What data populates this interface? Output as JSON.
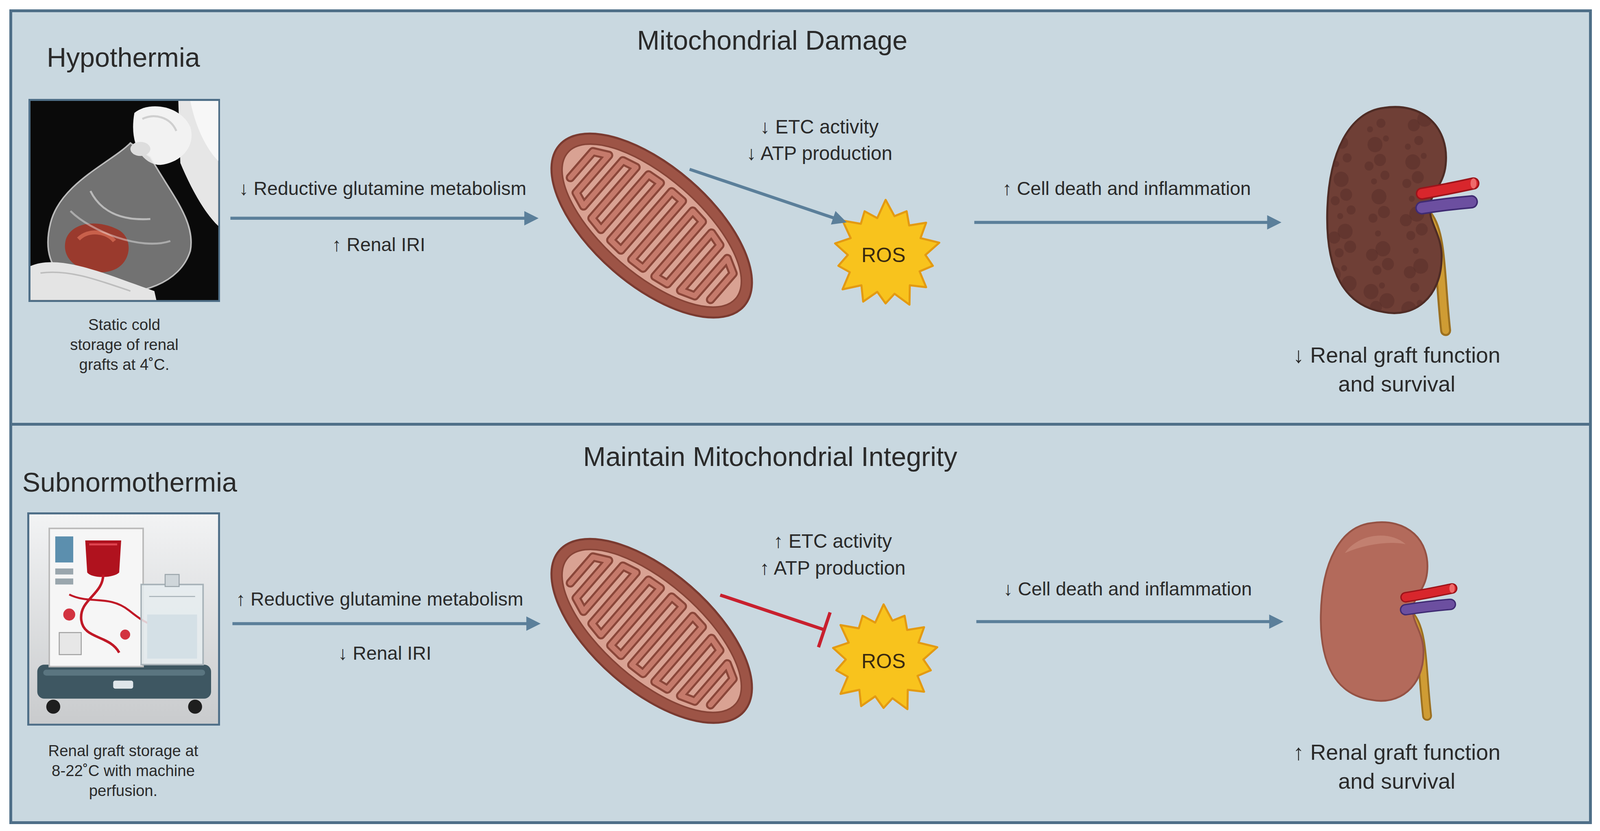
{
  "diagram": {
    "nodes": [
      {
        "text": [
          "Hypothermia",
          "Mitochondrial Damage"
        ]
      },
      {
        "text": [
          "Static cold storage of renal grafts at 4˚C."
        ],
        "in": 0
      },
      {
        "text": [],
        "in": 0
      },
      {
        "text": [
          "ROS"
        ],
        "in": 0
      },
      {
        "text": [
          "↓ Renal graft function and survival"
        ],
        "in": 0
      },
      {
        "text": [
          "Subnormothermia",
          "Maintain Mitochondrial Integrity"
        ]
      },
      {
        "text": [
          "Renal graft storage at 8-22˚C with machine perfusion."
        ],
        "in": 5
      },
      {
        "text": [],
        "in": 5
      },
      {
        "text": [
          "ROS"
        ],
        "in": 5
      },
      {
        "text": [
          "↑ Renal graft function and survival"
        ],
        "in": 5
      }
    ],
    "edges": [
      {
        "from": 1,
        "to": 2,
        "label": "↓ Reductive glutamine metabolism",
        "arrow": "to"
      },
      {
        "from": 2,
        "to": 3,
        "label": "↓ ETC activity ↓ ATP production",
        "arrow": "to"
      },
      {
        "from": 3,
        "to": 4,
        "label": "↑ Cell death and inflammation",
        "arrow": "to"
      },
      {
        "from": 6,
        "to": 7,
        "label": "↑ Reductive glutamine metabolism",
        "arrow": "to"
      },
      {
        "from": 7,
        "to": 8,
        "label": "↑ ETC activity ↑ ATP production",
        "arrow": "to"
      },
      {
        "from": 8,
        "to": 9,
        "label": "↓ Cell death and inflammation",
        "arrow": "to"
      }
    ],
    "labels": [
      "↑ Renal IRI",
      "↓ Renal IRI"
    ]
  }
}
